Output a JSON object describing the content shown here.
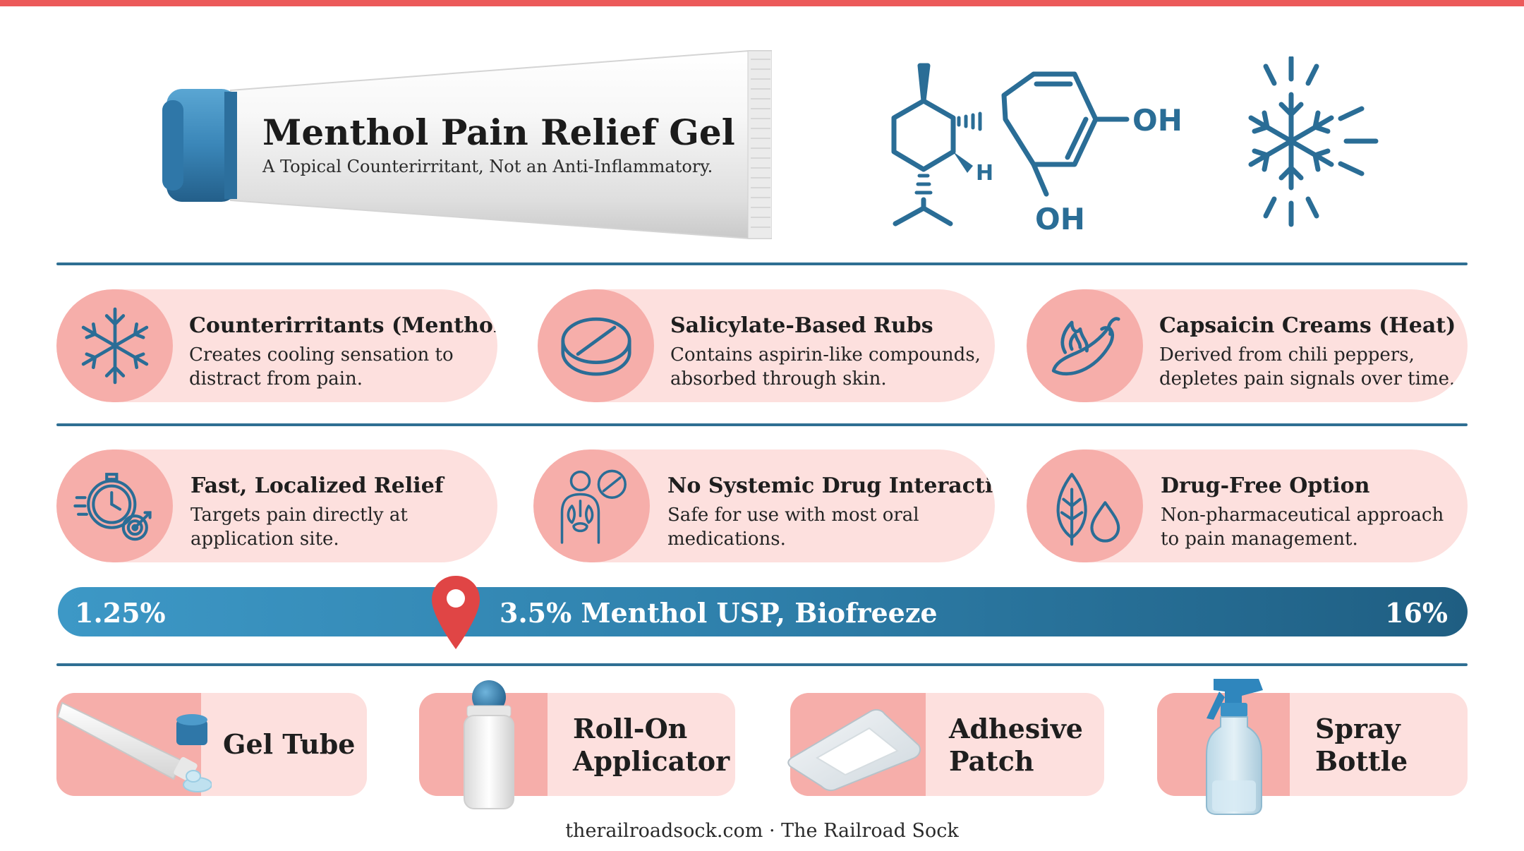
{
  "header": {
    "title": "Menthol Pain Relief Gel",
    "subtitle": "A Topical Counterirritant, Not an Anti-Inflammatory."
  },
  "molecule": {
    "oh_top": "OH",
    "oh_bottom": "OH",
    "h_label": "H"
  },
  "categories": [
    {
      "title": "Counterirritants (Menthol)",
      "desc": "Creates cooling sensation to distract from pain.",
      "icon": "snowflake-icon"
    },
    {
      "title": "Salicylate-Based Rubs",
      "desc": "Contains aspirin-like compounds, absorbed through skin.",
      "icon": "pill-icon"
    },
    {
      "title": "Capsaicin Creams (Heat)",
      "desc": "Derived from chili peppers, depletes pain signals over time.",
      "icon": "chili-pepper-icon"
    }
  ],
  "benefits": [
    {
      "title": "Fast, Localized Relief",
      "desc": "Targets pain directly at application site.",
      "icon": "stopwatch-target-icon"
    },
    {
      "title": "No Systemic Drug Interactions",
      "desc": "Safe for use with most oral medications.",
      "icon": "body-organs-icon"
    },
    {
      "title": "Drug-Free Option",
      "desc": "Non-pharmaceutical approach to pain management.",
      "icon": "leaf-drop-icon"
    }
  ],
  "range": {
    "min_label": "1.25%",
    "max_label": "16%",
    "marker_label": "3.5% Menthol USP, Biofreeze",
    "marker_fraction": 0.284
  },
  "forms": [
    {
      "label_lines": [
        "Gel Tube"
      ],
      "icon": "gel-tube-icon"
    },
    {
      "label_lines": [
        "Roll-On",
        "Applicator"
      ],
      "icon": "roll-on-icon"
    },
    {
      "label_lines": [
        "Adhesive",
        "Patch"
      ],
      "icon": "adhesive-patch-icon"
    },
    {
      "label_lines": [
        "Spray",
        "Bottle"
      ],
      "icon": "spray-bottle-icon"
    }
  ],
  "footer": {
    "text": "therailroadsock.com · The Railroad Sock"
  },
  "colors": {
    "accent_red": "#ec5a5a",
    "icon_blue": "#2a6d96",
    "card_bg": "#fde0de",
    "card_tint": "#f6aeaa",
    "bar_blue": "#2e7faa"
  }
}
